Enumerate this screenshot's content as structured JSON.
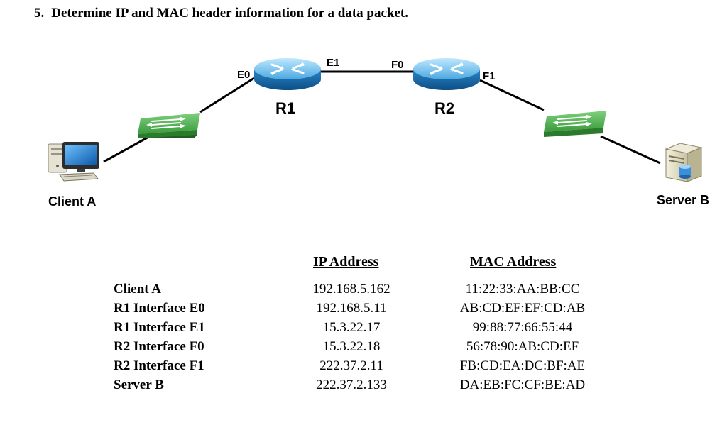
{
  "title": {
    "number": "5.",
    "text": "Determine IP and MAC header information for a data packet."
  },
  "diagram": {
    "nodes": {
      "client": "Client A",
      "r1": "R1",
      "r2": "R2",
      "server": "Server B"
    },
    "interfaces": {
      "e0": "E0",
      "e1": "E1",
      "f0": "F0",
      "f1": "F1"
    }
  },
  "table": {
    "headers": {
      "ip": "IP Address",
      "mac": "MAC Address"
    },
    "rows": [
      {
        "device": "Client A",
        "ip": "192.168.5.162",
        "mac": "11:22:33:AA:BB:CC"
      },
      {
        "device": "R1 Interface E0",
        "ip": "192.168.5.11",
        "mac": "AB:CD:EF:EF:CD:AB"
      },
      {
        "device": "R1 Interface E1",
        "ip": "15.3.22.17",
        "mac": "99:88:77:66:55:44"
      },
      {
        "device": "R2 Interface F0",
        "ip": "15.3.22.18",
        "mac": "56:78:90:AB:CD:EF"
      },
      {
        "device": "R2 Interface F1",
        "ip": "222.37.2.11",
        "mac": "FB:CD:EA:DC:BF:AE"
      },
      {
        "device": "Server B",
        "ip": "222.37.2.133",
        "mac": "DA:EB:FC:CF:BE:AD"
      }
    ]
  }
}
